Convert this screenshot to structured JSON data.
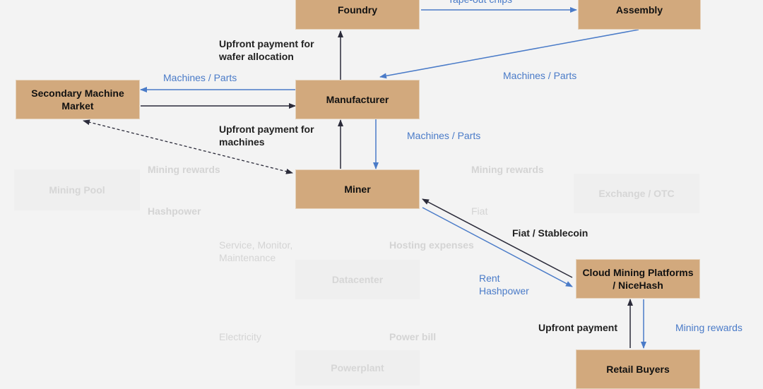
{
  "nodes": {
    "foundry": "Foundry",
    "assembly": "Assembly",
    "manufacturer": "Manufacturer",
    "secondary_market": "Secondary Machine Market",
    "miner": "Miner",
    "cloud_mining": "Cloud Mining Platforms / NiceHash",
    "retail_buyers": "Retail Buyers"
  },
  "faded_nodes": {
    "mining_pool": "Mining Pool",
    "exchange": "Exchange / OTC",
    "datacenter": "Datacenter",
    "powerplant": "Powerplant"
  },
  "edge_labels": {
    "tape_out": "Tape-out chips",
    "machines_parts_assembly": "Machines / Parts",
    "machines_parts_secondary": "Machines / Parts",
    "machines_parts_miner": "Machines / Parts",
    "upfront_wafer": "Upfront payment for wafer allocation",
    "upfront_machines": "Upfront payment for machines",
    "fiat_stablecoin": "Fiat / Stablecoin",
    "rent_hashpower": "Rent Hashpower",
    "upfront_payment": "Upfront payment",
    "mining_rewards_retail": "Mining rewards"
  },
  "faded_labels": {
    "mining_rewards_left": "Mining rewards",
    "hashpower": "Hashpower",
    "mining_rewards_right": "Mining rewards",
    "fiat": "Fiat",
    "service": "Service, Monitor, Maintenance",
    "hosting": "Hosting expenses",
    "electricity": "Electricity",
    "power_bill": "Power bill"
  },
  "colors": {
    "box": "#d2a97d",
    "dark_arrow": "#2b2b3a",
    "blue_arrow": "#4a7bc8"
  }
}
